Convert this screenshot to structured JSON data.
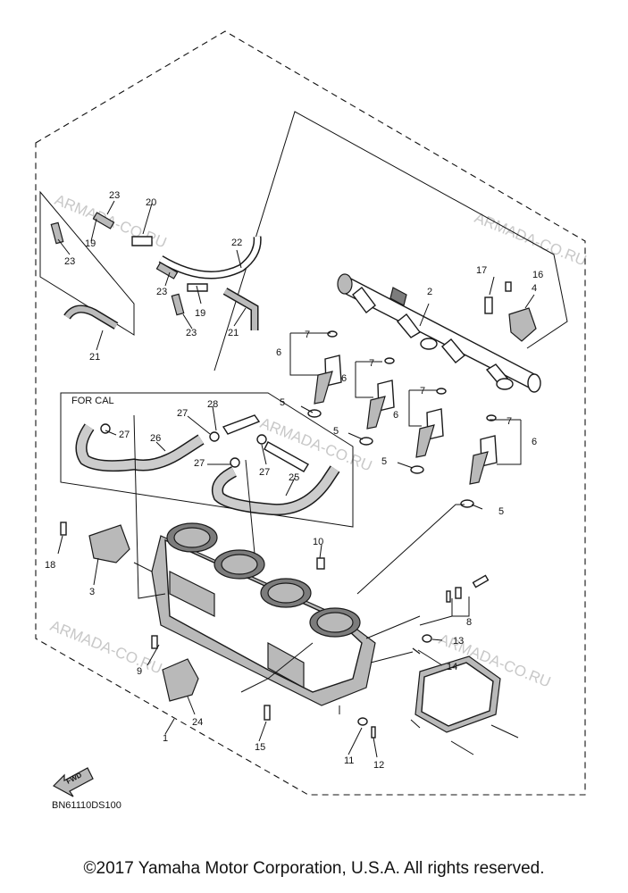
{
  "watermark": "ARMADA-CO.RU",
  "for_cal_label": "FOR CAL",
  "fwd_label": "FWD",
  "diagram_code": "BN61110DS100",
  "copyright": "©2017 Yamaha Motor Corporation, U.S.A. All rights reserved.",
  "callouts": {
    "c1": "1",
    "c2": "2",
    "c3": "3",
    "c4": "4",
    "c5a": "5",
    "c5b": "5",
    "c5c": "5",
    "c5d": "5",
    "c6a": "6",
    "c6b": "6",
    "c6c": "6",
    "c6d": "6",
    "c7a": "7",
    "c7b": "7",
    "c7c": "7",
    "c7d": "7",
    "c8": "8",
    "c9": "9",
    "c10": "10",
    "c11": "11",
    "c12": "12",
    "c13": "13",
    "c14": "14",
    "c15": "15",
    "c16": "16",
    "c17": "17",
    "c18": "18",
    "c19a": "19",
    "c19b": "19",
    "c20": "20",
    "c21a": "21",
    "c21b": "21",
    "c22": "22",
    "c23a": "23",
    "c23b": "23",
    "c23c": "23",
    "c23d": "23",
    "c24": "24",
    "c25": "25",
    "c26": "26",
    "c27a": "27",
    "c27b": "27",
    "c27c": "27",
    "c27d": "27",
    "c28": "28"
  }
}
